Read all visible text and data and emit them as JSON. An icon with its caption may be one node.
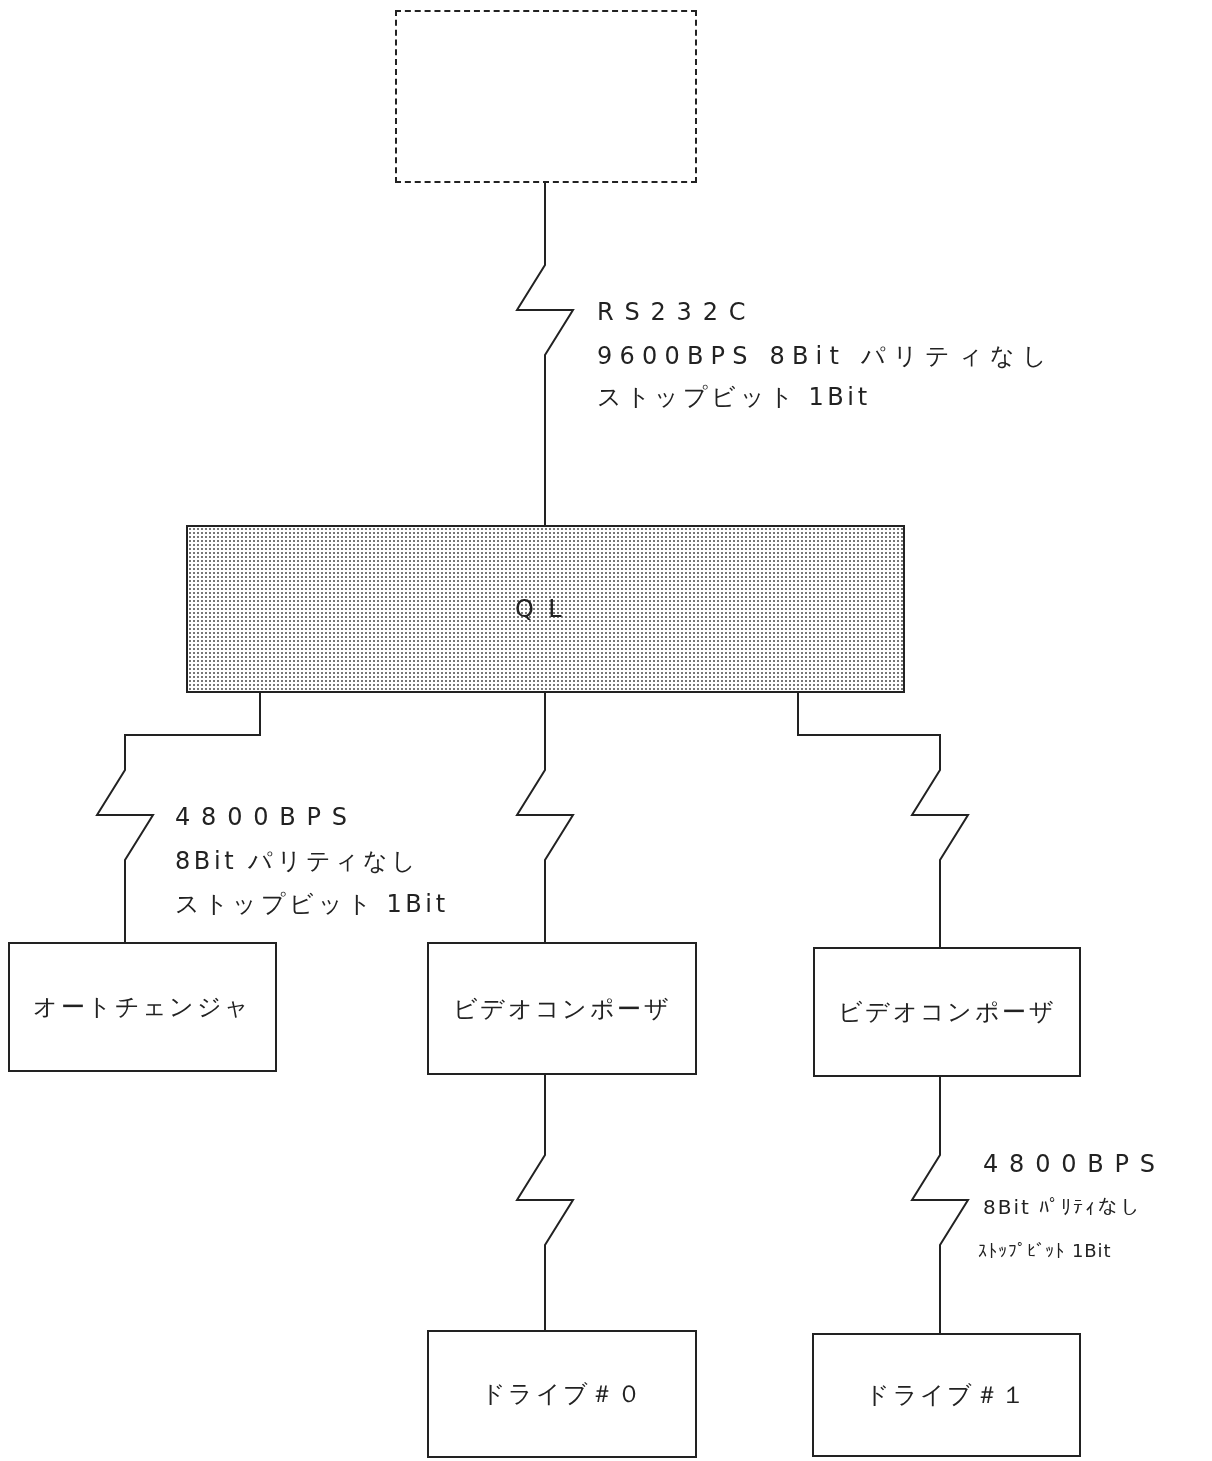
{
  "diagram": {
    "nodes": [
      {
        "text": [],
        "shape": "box"
      },
      {
        "text": [
          "QL"
        ]
      },
      {
        "text": [
          "オートチェンジャ"
        ]
      },
      {
        "text": [
          "ビデオコンポーザ"
        ]
      },
      {
        "text": [
          "ビデオコンポーザ"
        ]
      },
      {
        "text": [
          "ドライブ＃０"
        ]
      },
      {
        "text": [
          "ドライブ＃１"
        ]
      }
    ],
    "edges": [
      {
        "from": 0,
        "to": 1,
        "arrow": "none"
      },
      {
        "from": 1,
        "to": 2,
        "arrow": "none"
      },
      {
        "from": 1,
        "to": 3,
        "arrow": "none"
      },
      {
        "from": 1,
        "to": 4,
        "arrow": "none"
      },
      {
        "from": 3,
        "to": 5,
        "arrow": "none"
      },
      {
        "from": 4,
        "to": 6,
        "arrow": "none"
      }
    ],
    "labels": [
      "RS232C",
      "9600BPS 8Bit パリティなし",
      "ストップビット 1Bit",
      "4800BPS",
      "8Bit パリティなし",
      "ストップビット 1Bit",
      "4800BPS",
      "8Bit ﾊﾟﾘﾃｨなし",
      "ｽﾄｯﾌﾟﾋﾞｯﾄ 1Bit"
    ]
  }
}
